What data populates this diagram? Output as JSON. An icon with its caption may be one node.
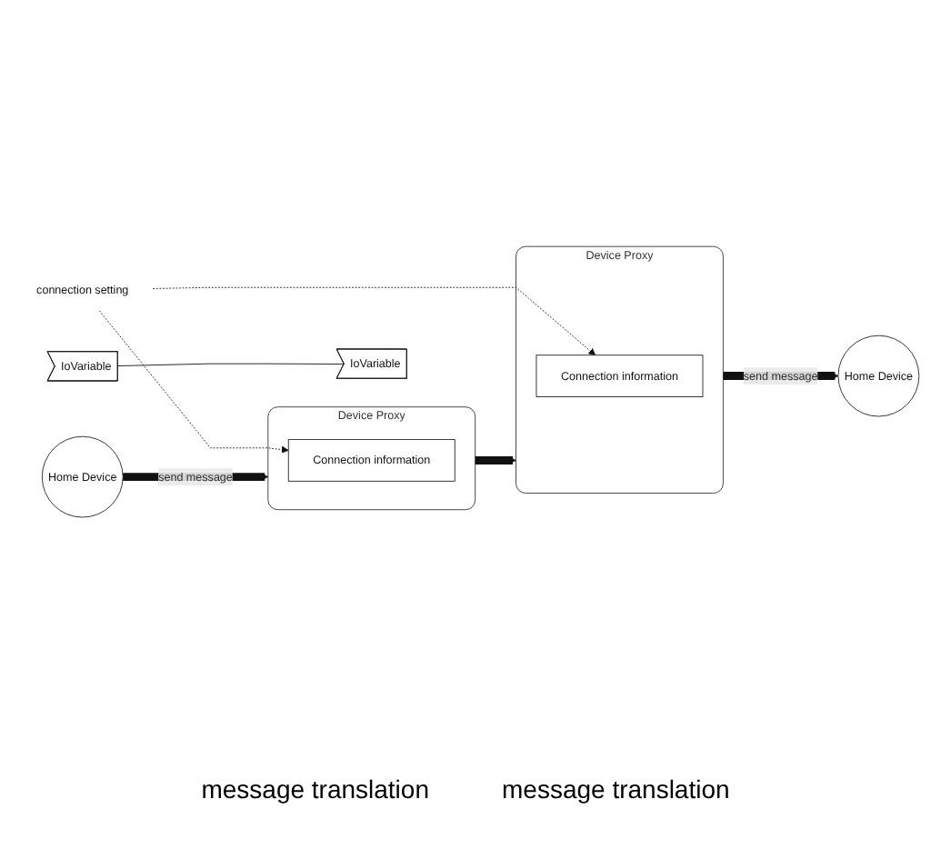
{
  "diagram": {
    "nodes": [
      {
        "text": [
          "connection setting"
        ]
      },
      {
        "text": [
          "Device Proxy"
        ]
      },
      {
        "text": [
          "Connection information"
        ],
        "in": 1
      },
      {
        "text": [
          "IoVariable"
        ]
      },
      {
        "text": [
          "Device Proxy"
        ]
      },
      {
        "text": [
          "IoVariable"
        ]
      },
      {
        "text": [
          "Connection information"
        ],
        "in": 4
      },
      {
        "text": [
          "Home Device"
        ]
      },
      {
        "text": [
          "Home Device"
        ]
      }
    ],
    "edges": [
      {
        "from": 0,
        "to": 2,
        "arrow": "to",
        "style": "dashed"
      },
      {
        "from": 0,
        "to": 6,
        "arrow": "to",
        "style": "dashed"
      },
      {
        "from": 3,
        "to": 5,
        "arrow": "none"
      },
      {
        "from": 7,
        "to": 1,
        "arrow": "to",
        "label": "send message",
        "style": "thick"
      },
      {
        "from": 1,
        "to": 4,
        "arrow": "to",
        "style": "thick"
      },
      {
        "from": 4,
        "to": 8,
        "arrow": "to",
        "label": "send message",
        "style": "thick"
      }
    ],
    "labels": [
      "message translation",
      "message translation"
    ]
  }
}
